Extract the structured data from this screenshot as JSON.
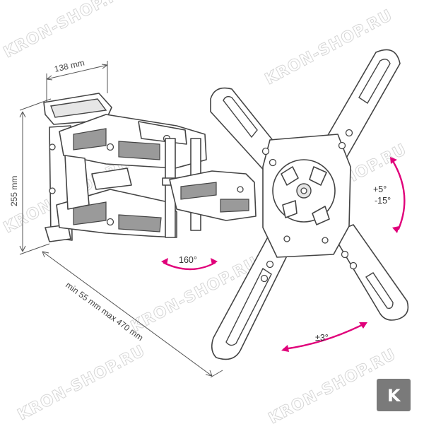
{
  "dimensions": {
    "depth_label": "138 mm",
    "height_label": "255 mm",
    "extension_label": "min 55 mm max 470 mm"
  },
  "angles": {
    "swivel_label": "160°",
    "tilt_up_label": "+5°",
    "tilt_down_label": "-15°",
    "rotate_label": "±3°"
  },
  "watermark": {
    "text": "KRON-SHOP.RU"
  },
  "badge": {
    "letter": "K"
  },
  "colors": {
    "accent": "#e0007a",
    "line": "#4a4a4a",
    "badge_bg": "#7a7a7a"
  }
}
